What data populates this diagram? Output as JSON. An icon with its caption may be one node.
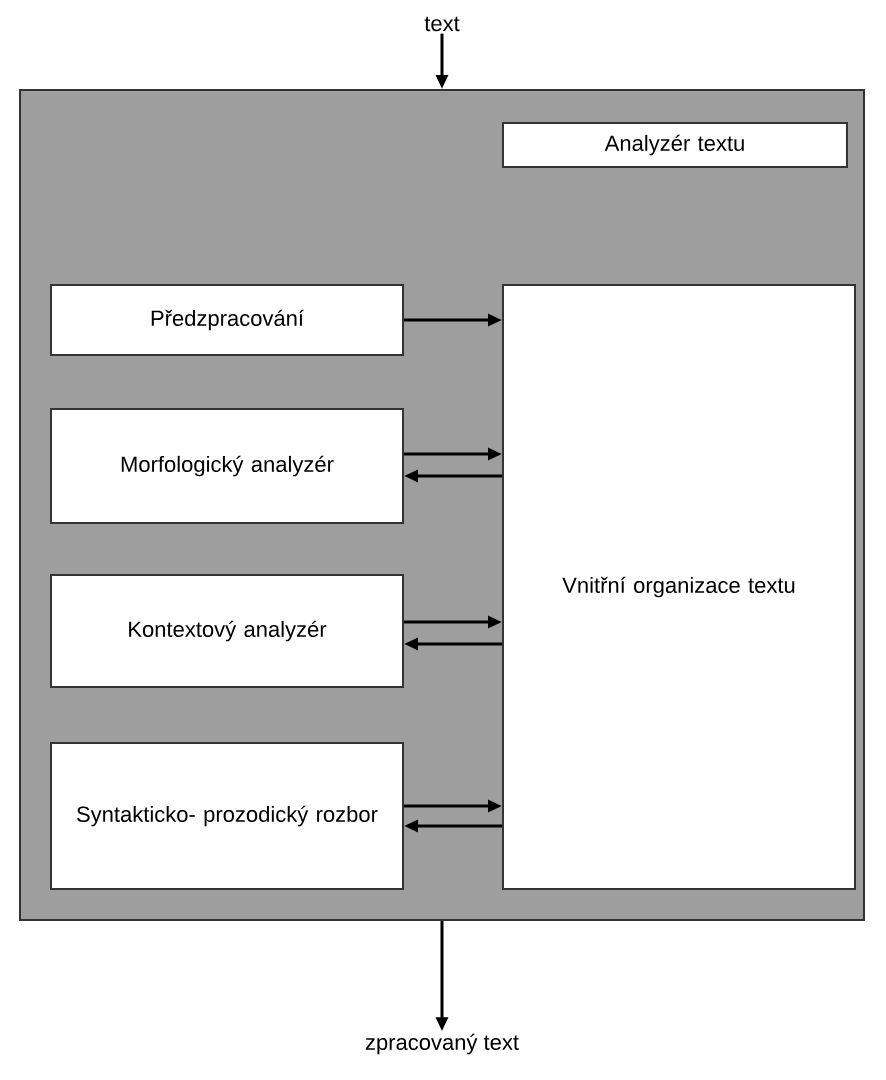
{
  "diagram": {
    "nodes": [
      {
        "text": [
          "text"
        ]
      },
      {
        "text": [],
        "shape": "box"
      },
      {
        "text": [
          "Analyzér textu"
        ],
        "in": 1
      },
      {
        "text": [
          "Předzpracování"
        ],
        "in": 1
      },
      {
        "text": [
          "Morfologický analyzér"
        ],
        "in": 1
      },
      {
        "text": [
          "Kontextový analyzér"
        ],
        "in": 1
      },
      {
        "text": [
          "Syntakticko- prozodický rozbor"
        ],
        "in": 1
      },
      {
        "text": [
          "Vnitřní organizace textu"
        ],
        "in": 1
      },
      {
        "text": [
          "zpracovaný text"
        ]
      }
    ],
    "edges": [
      {
        "from": 0,
        "to": 1,
        "arrow": "to"
      },
      {
        "from": 1,
        "to": 8,
        "arrow": "to"
      },
      {
        "from": 3,
        "to": 7,
        "arrow": "to"
      },
      {
        "from": 4,
        "to": 7,
        "arrow": "to"
      },
      {
        "from": 7,
        "to": 4,
        "arrow": "to"
      },
      {
        "from": 5,
        "to": 7,
        "arrow": "to"
      },
      {
        "from": 7,
        "to": 5,
        "arrow": "to"
      },
      {
        "from": 6,
        "to": 7,
        "arrow": "to"
      },
      {
        "from": 7,
        "to": 6,
        "arrow": "to"
      }
    ]
  }
}
